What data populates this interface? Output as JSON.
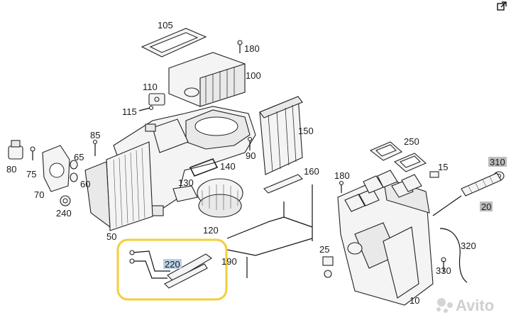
{
  "labels": {
    "l105": "105",
    "l180a": "180",
    "l100": "100",
    "l110": "110",
    "l115": "115",
    "l85": "85",
    "l80": "80",
    "l75": "75",
    "l65": "65",
    "l60": "60",
    "l70": "70",
    "l240": "240",
    "l50": "50",
    "l90": "90",
    "l150": "150",
    "l140": "140",
    "l160": "160",
    "l130": "130",
    "l120": "120",
    "l220": "220",
    "l190": "190",
    "l250": "250",
    "l15": "15",
    "l180b": "180",
    "l310": "310",
    "l20": "20",
    "l25": "25",
    "l320": "320",
    "l330": "330",
    "l10": "10"
  },
  "watermark": "Avito",
  "colors": {
    "highlight_frame": "#f2cf3a",
    "label_highlight_blue": "#b9cfe6",
    "label_highlight_grey": "#bdbdbd"
  },
  "icons": {
    "corner": "external-link-icon"
  }
}
